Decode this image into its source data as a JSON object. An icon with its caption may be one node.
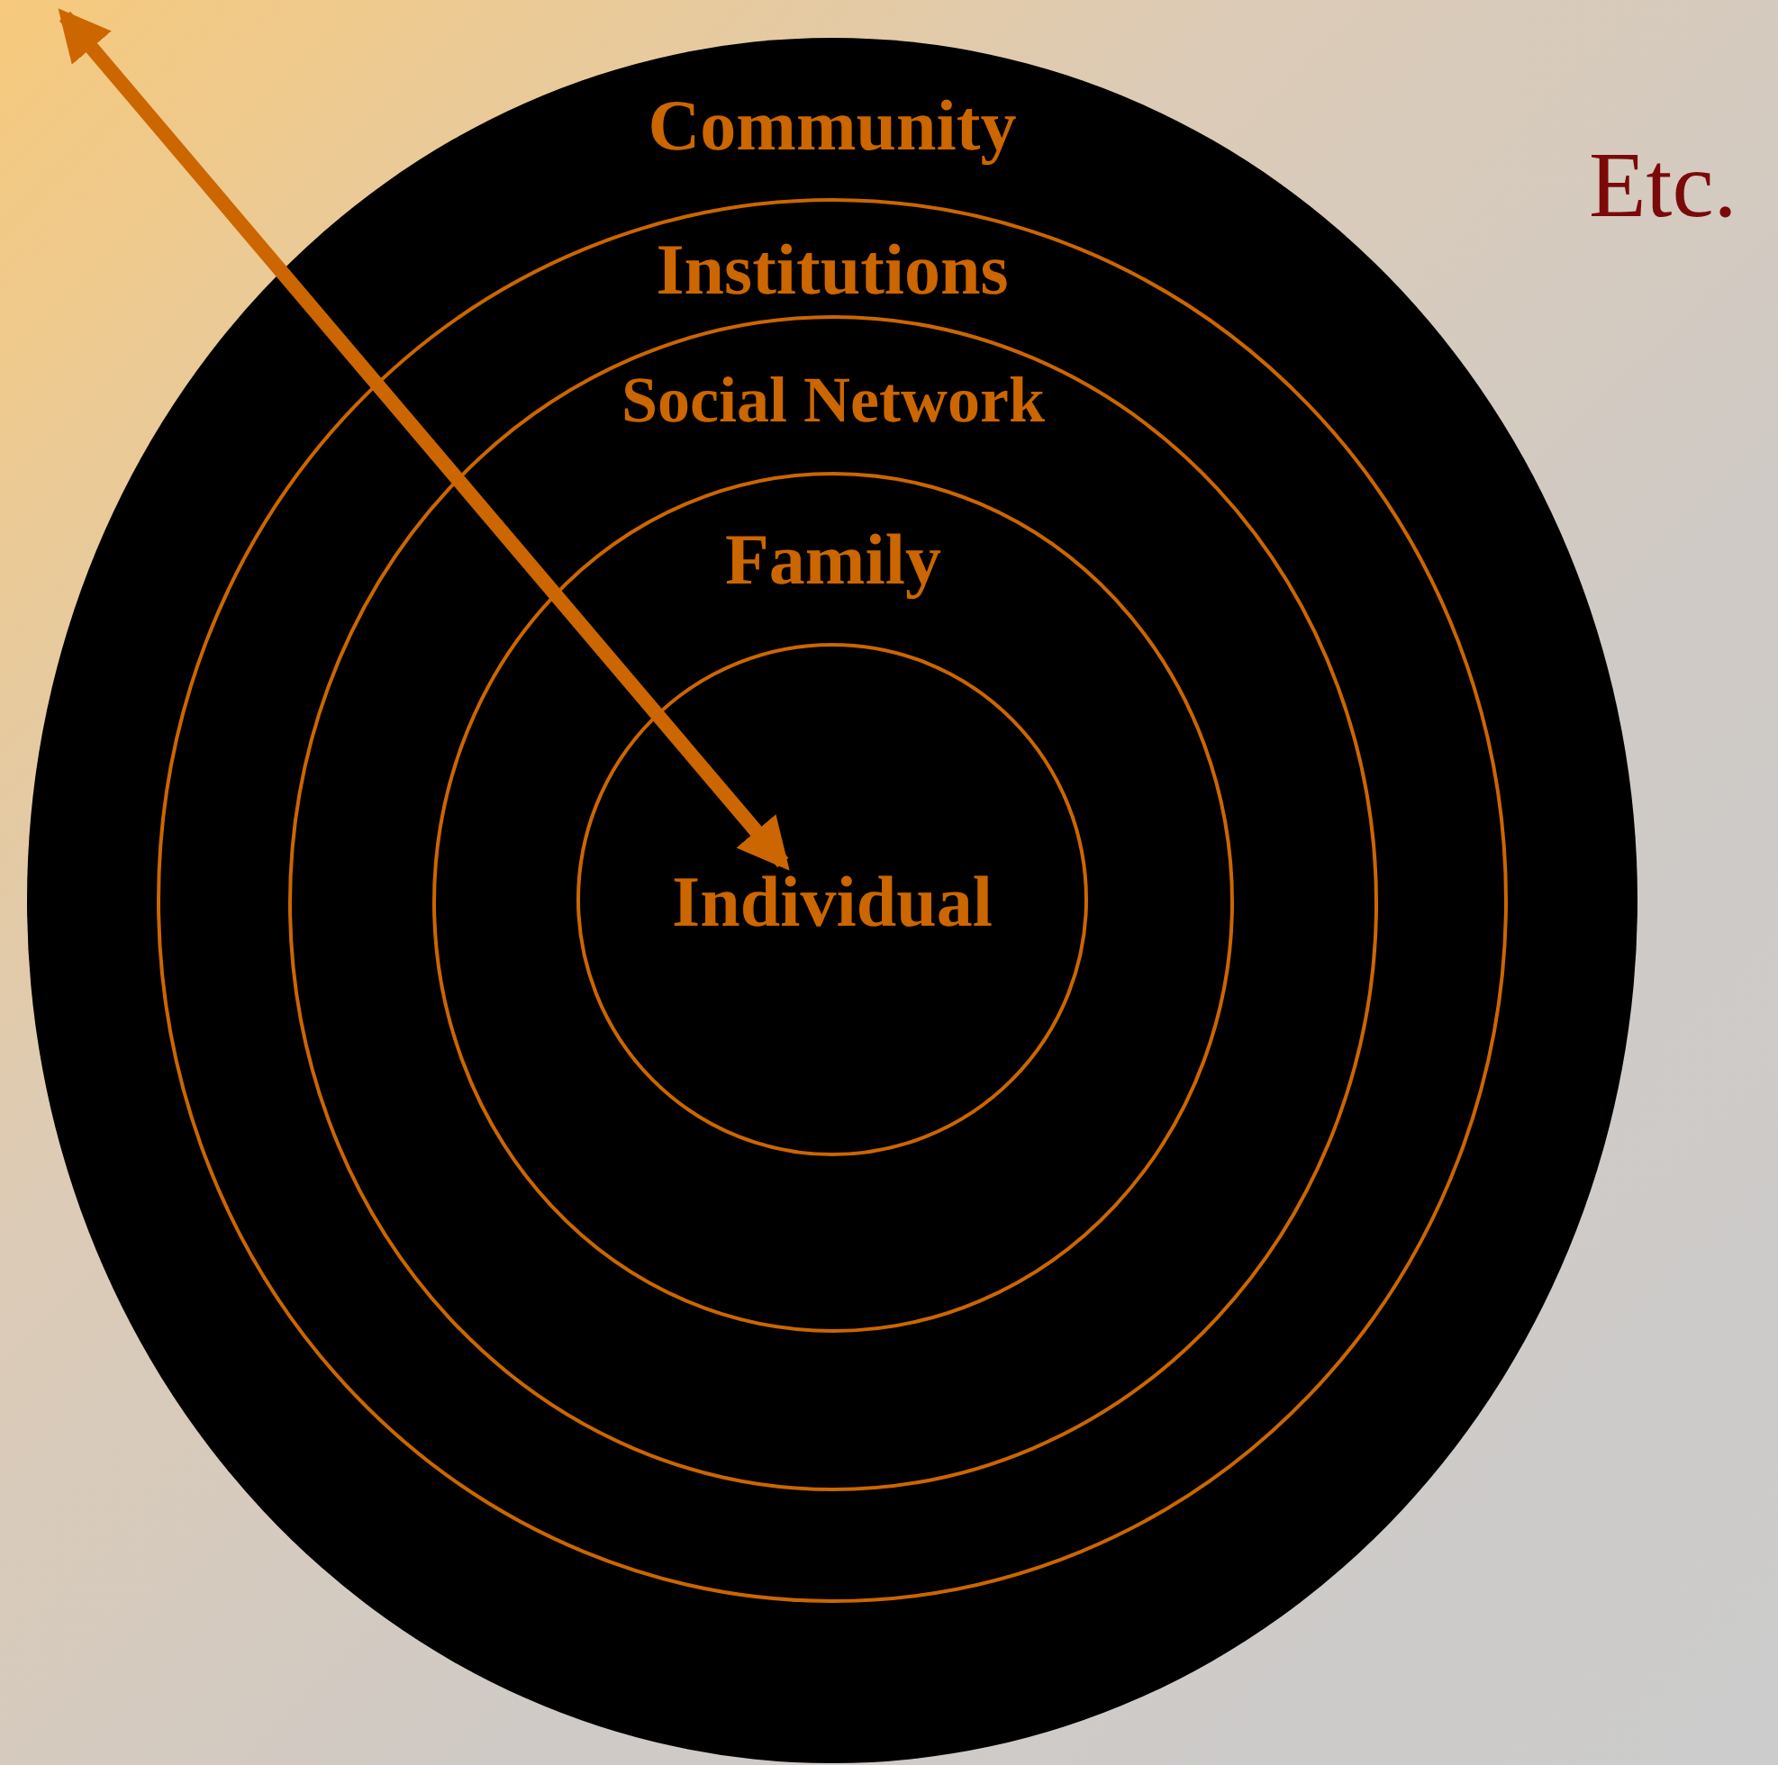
{
  "diagram": {
    "nodes": [
      {
        "text": [
          "Community"
        ]
      },
      {
        "text": [
          "Institutions"
        ],
        "in": 0
      },
      {
        "text": [
          "Social Network"
        ],
        "in": 1
      },
      {
        "text": [
          "Family"
        ],
        "in": 2
      },
      {
        "text": [
          "Individual"
        ],
        "in": 3
      }
    ],
    "edges": [
      {
        "from": null,
        "to": 4,
        "arrow": "both"
      }
    ],
    "labels": [
      "Etc."
    ]
  }
}
